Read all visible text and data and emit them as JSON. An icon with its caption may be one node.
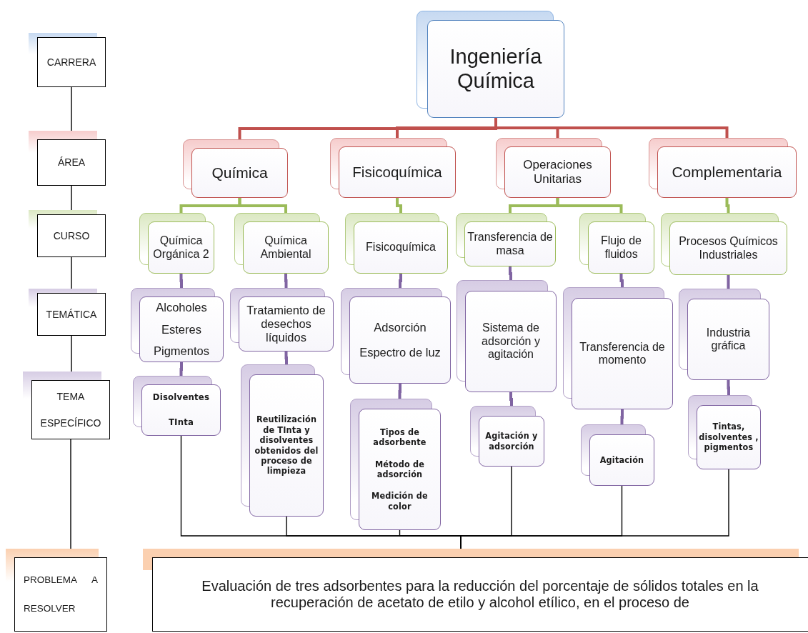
{
  "diagram": {
    "nodes": [
      {
        "text": [
          "CARRERA"
        ]
      },
      {
        "text": [
          "ÁREA"
        ]
      },
      {
        "text": [
          "CURSO"
        ]
      },
      {
        "text": [
          "TEMÁTICA"
        ]
      },
      {
        "text": [
          "TEMA ESPECÍFICO"
        ]
      },
      {
        "text": [
          "PROBLEMA A RESOLVER"
        ]
      },
      {
        "text": [
          "Ingeniería Química"
        ]
      },
      {
        "text": [
          "Química"
        ]
      },
      {
        "text": [
          "Fisicoquímica"
        ]
      },
      {
        "text": [
          "Operaciones Unitarias"
        ]
      },
      {
        "text": [
          "Complementaria"
        ]
      },
      {
        "text": [
          "Química Orgánica 2"
        ]
      },
      {
        "text": [
          "Química Ambiental"
        ]
      },
      {
        "text": [
          "Fisicoquímica"
        ]
      },
      {
        "text": [
          "Transferencia de masa"
        ]
      },
      {
        "text": [
          "Flujo de fluidos"
        ]
      },
      {
        "text": [
          "Procesos Químicos Industriales"
        ]
      },
      {
        "text": [
          "Alcoholes",
          "Esteres",
          "Pigmentos"
        ]
      },
      {
        "text": [
          "Tratamiento de desechos líquidos"
        ]
      },
      {
        "text": [
          "Adsorción",
          "Espectro de luz"
        ]
      },
      {
        "text": [
          "Sistema de adsorción y agitación"
        ]
      },
      {
        "text": [
          "Transferencia de momento"
        ]
      },
      {
        "text": [
          "Industria gráfica"
        ]
      },
      {
        "text": [
          "Disolventes",
          "TInta"
        ]
      },
      {
        "text": [
          "Reutilización de TInta y disolventes obtenidos del proceso de limpieza"
        ]
      },
      {
        "text": [
          "Tipos de adsorbente",
          "Método de adsorción",
          "Medición de color"
        ]
      },
      {
        "text": [
          "Agitación y adsorción"
        ]
      },
      {
        "text": [
          "Agitación"
        ]
      },
      {
        "text": [
          "Tintas, disolventes , pigmentos"
        ]
      },
      {
        "text": [
          "Evaluación de tres adsorbentes para la reducción del porcentaje de sólidos totales en la recuperación de acetato de etilo y alcohol etílico, en el proceso de"
        ]
      }
    ],
    "edges": [
      {
        "from": 0,
        "to": 1,
        "arrow": "none",
        "color": "#000000"
      },
      {
        "from": 1,
        "to": 2,
        "arrow": "none",
        "color": "#000000"
      },
      {
        "from": 2,
        "to": 3,
        "arrow": "none",
        "color": "#000000"
      },
      {
        "from": 3,
        "to": 4,
        "arrow": "none",
        "color": "#000000"
      },
      {
        "from": 4,
        "to": 5,
        "arrow": "none",
        "color": "#000000"
      },
      {
        "from": 6,
        "to": 7,
        "arrow": "none",
        "color": "#c0504d"
      },
      {
        "from": 6,
        "to": 8,
        "arrow": "none",
        "color": "#c0504d"
      },
      {
        "from": 6,
        "to": 9,
        "arrow": "none",
        "color": "#c0504d"
      },
      {
        "from": 6,
        "to": 10,
        "arrow": "none",
        "color": "#c0504d"
      },
      {
        "from": 7,
        "to": 11,
        "arrow": "none",
        "color": "#9bbb59"
      },
      {
        "from": 7,
        "to": 12,
        "arrow": "none",
        "color": "#9bbb59"
      },
      {
        "from": 8,
        "to": 13,
        "arrow": "none",
        "color": "#9bbb59"
      },
      {
        "from": 9,
        "to": 14,
        "arrow": "none",
        "color": "#9bbb59"
      },
      {
        "from": 9,
        "to": 15,
        "arrow": "none",
        "color": "#9bbb59"
      },
      {
        "from": 10,
        "to": 16,
        "arrow": "none",
        "color": "#9bbb59"
      },
      {
        "from": 11,
        "to": 17,
        "arrow": "none"
      },
      {
        "from": 12,
        "to": 18,
        "arrow": "none"
      },
      {
        "from": 13,
        "to": 19,
        "arrow": "none"
      },
      {
        "from": 14,
        "to": 20,
        "arrow": "none"
      },
      {
        "from": 15,
        "to": 21,
        "arrow": "none"
      },
      {
        "from": 16,
        "to": 22,
        "arrow": "none"
      },
      {
        "from": 17,
        "to": 23,
        "arrow": "none"
      },
      {
        "from": 18,
        "to": 24,
        "arrow": "none"
      },
      {
        "from": 19,
        "to": 25,
        "arrow": "none"
      },
      {
        "from": 20,
        "to": 26,
        "arrow": "none"
      },
      {
        "from": 21,
        "to": 27,
        "arrow": "none"
      },
      {
        "from": 22,
        "to": 28,
        "arrow": "none"
      },
      {
        "from": 23,
        "to": 29,
        "arrow": "none",
        "color": "#000000"
      },
      {
        "from": 24,
        "to": 29,
        "arrow": "none",
        "color": "#000000"
      },
      {
        "from": 25,
        "to": 29,
        "arrow": "none",
        "color": "#000000"
      },
      {
        "from": 26,
        "to": 29,
        "arrow": "none",
        "color": "#000000"
      },
      {
        "from": 27,
        "to": 29,
        "arrow": "none",
        "color": "#000000"
      },
      {
        "from": 28,
        "to": 29,
        "arrow": "none",
        "color": "#000000"
      }
    ]
  }
}
